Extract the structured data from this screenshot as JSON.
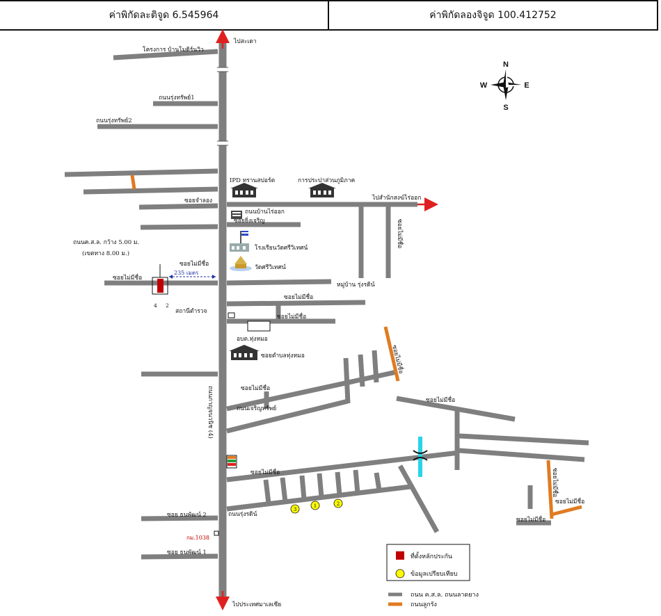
{
  "coords": {
    "lat_label": "ค่าพิกัดละติจูด",
    "lat_value": "6.545964",
    "lon_label": "ค่าพิกัดลองจิจูด",
    "lon_value": "100.412752"
  },
  "compass": {
    "n": "N",
    "s": "S",
    "e": "E",
    "w": "W"
  },
  "colors": {
    "road": "#7f7f7f",
    "local_road": "#e07b22",
    "property": "#c00000",
    "comparable": "#ffff00",
    "arrow": "#e02020",
    "canal": "#2ad4e6",
    "dimension": "#1d2fa0"
  },
  "labels": {
    "to_north": "ไปสะเดา",
    "to_south": "ไปประเทศมาเลเซีย",
    "project": "โครงการ บ้านโมดิร์นวิว",
    "road_rungsap1": "ถนนรุ่งทรัพย์1",
    "road_rungsap2": "ถนนรุ่งทรัพย์2",
    "ipd": "IPD ทรานสปอร์ต",
    "water_authority": "การประปาส่วนภูมิภาค",
    "to_office": "ไปสำนักสงฆ์ไร่ออก",
    "soi_chamlong": "ซอยจำลอง",
    "road_ban_rai_ok": "ถนนบ้านไร่ออก",
    "soi_yingcharoen": "ซอยยิ่งเจริญ",
    "school": "โรงเรียนวัดศรีวิเทศน์",
    "temple": "วัดศรีวิเทศน์",
    "soi_unnamed": "ซอยไม่มีชื่อ",
    "road_width_1": "ถนนค.ส.ล. กว้าง 5.00 ม.",
    "road_width_2": "(เขตทาง 8.00 ม.)",
    "distance": "235 เมตร",
    "village_rungrot": "หมู่บ้าน รุ่งรดิน์",
    "station": "สถานีตำรวจ",
    "tambon_office": "อบต.ทุ่งหมอ",
    "soi_tambon": "ซอยตำบลทุ่งหมอ",
    "highway": "ถนนกาญจนวนิช (4)",
    "road_jarong": "ถนนเจริญทรัพย์",
    "road_rungrot": "ถนนรุ่งรดิน์",
    "soi_thanaphat2": "ซอย ธนพัฒน์ 2",
    "soi_thanaphat1": "ซอย ธนพัฒน์ 1",
    "km_marker": "กม.1038",
    "plot_1": "1",
    "plot_2": "2",
    "plot_3": "3",
    "plot_4": "4"
  },
  "legend": {
    "property": "ที่ตั้งหลักประกัน",
    "comparable": "ข้อมูลเปรียบเทียบ",
    "main_road": "ถนน ค.ส.ล. ถนนลาดยาง",
    "local_road": "ถนนลูกรัง"
  }
}
